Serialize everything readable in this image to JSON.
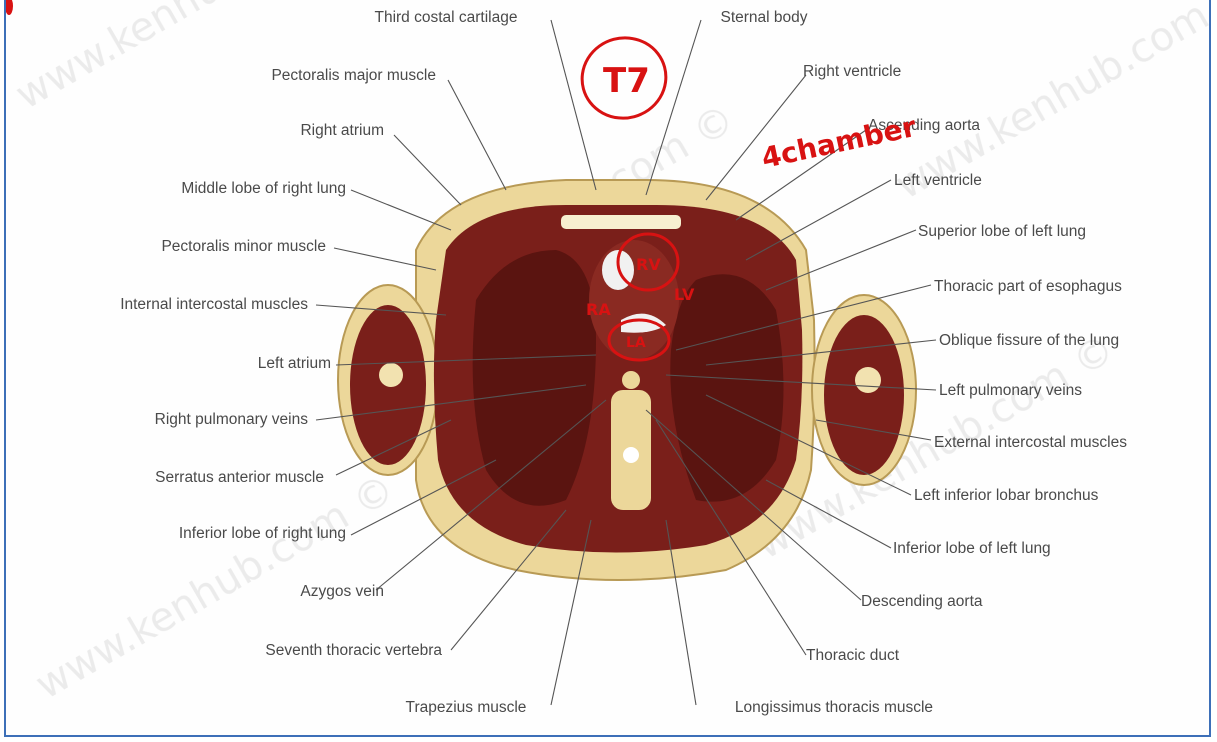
{
  "figure": {
    "watermark": "www.kenhub.com ©",
    "labels_left": [
      "Pectoralis major muscle",
      "Right atrium",
      "Middle lobe of right lung",
      "Pectoralis minor muscle",
      "Internal intercostal muscles",
      "Left atrium",
      "Right pulmonary veins",
      "Serratus anterior muscle",
      "Inferior lobe of right lung",
      "Azygos vein",
      "Seventh thoracic vertebra"
    ],
    "labels_top": [
      "Third costal cartilage",
      "Sternal body"
    ],
    "labels_right": [
      "Right ventricle",
      "Ascending aorta",
      "Left ventricle",
      "Superior lobe of left lung",
      "Thoracic part of esophagus",
      "Oblique fissure of the lung",
      "Left pulmonary veins",
      "External intercostal muscles",
      "Left inferior lobar bronchus",
      "Inferior lobe of left lung",
      "Descending aorta",
      "Thoracic duct"
    ],
    "labels_bottom": [
      "Trapezius muscle",
      "Longissimus thoracis muscle"
    ]
  },
  "annotations": {
    "circle_note": "T7",
    "chamber_note": "4chamber",
    "ra": "RA",
    "rv": "RV",
    "lv": "LV",
    "la": "LA"
  },
  "colors": {
    "muscle": "#7a1f1a",
    "fat": "#ecd79a",
    "ink": "#d81212",
    "frame": "#3d6fb8"
  }
}
